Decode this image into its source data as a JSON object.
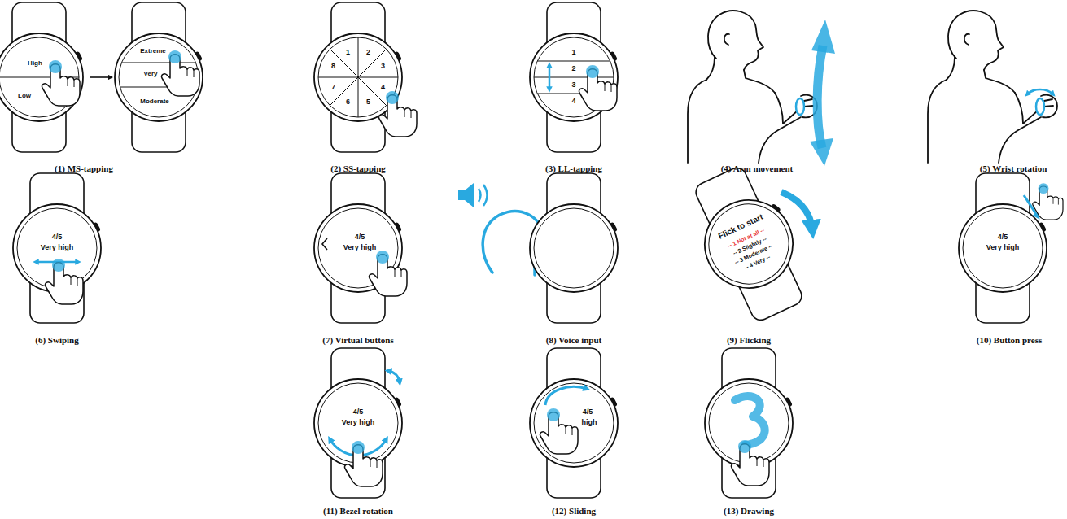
{
  "diagram": {
    "labels": [
      "High",
      "Low",
      "Extreme",
      "Very",
      "Moderate",
      "1",
      "2",
      "3",
      "4",
      "5",
      "6",
      "7",
      "8",
      "1",
      "2",
      "3",
      "4",
      "4/5",
      "Very high",
      "4/5",
      "Very high",
      "Flick to start",
      "-- 1 Not at all --",
      "-- 2 Slightly --",
      "-- 3 Moderate --",
      "-- 4 Very --",
      "4/5",
      "Very high",
      "4/5",
      "Very high",
      "4/5",
      "high",
      "(1) MS-tapping",
      "(2) SS-tapping",
      "(3) LL-tapping",
      "(4) Arm movement",
      "(5) Wrist rotation",
      "(6) Swiping",
      "(7) Virtual buttons",
      "(8) Voice input",
      "(9) Flicking",
      "(10) Button press",
      "(11) Bezel rotation",
      "(12) Sliding",
      "(13) Drawing"
    ]
  }
}
